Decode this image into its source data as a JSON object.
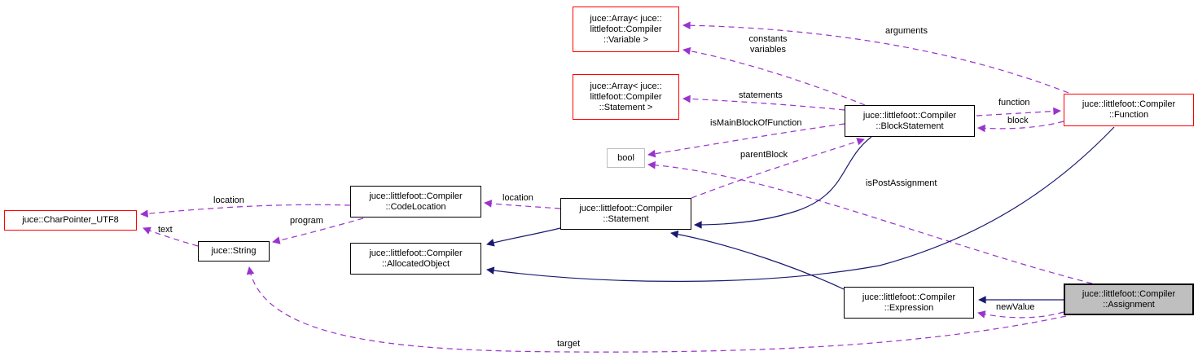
{
  "colors": {
    "usage_edge": "#9a32cd",
    "inheritance_edge": "#191970",
    "external_node_border": "#ff0000",
    "node_border": "#000000",
    "builtin_node_border": "#bebebe",
    "focus_node_fill": "#bfbfbf",
    "background": "#ffffff"
  },
  "nodes": {
    "array_variable": {
      "label": "juce::Array< juce::\nlittlefoot::Compiler\n::Variable >"
    },
    "array_statement": {
      "label": "juce::Array< juce::\nlittlefoot::Compiler\n::Statement >"
    },
    "block_statement": {
      "label": "juce::littlefoot::Compiler\n::BlockStatement"
    },
    "function": {
      "label": "juce::littlefoot::Compiler\n::Function"
    },
    "bool_type": {
      "label": "bool"
    },
    "char_pointer_utf8": {
      "label": "juce::CharPointer_UTF8"
    },
    "string": {
      "label": "juce::String"
    },
    "code_location": {
      "label": "juce::littlefoot::Compiler\n::CodeLocation"
    },
    "statement": {
      "label": "juce::littlefoot::Compiler\n::Statement"
    },
    "allocated_object": {
      "label": "juce::littlefoot::Compiler\n::AllocatedObject"
    },
    "expression": {
      "label": "juce::littlefoot::Compiler\n::Expression"
    },
    "assignment": {
      "label": "juce::littlefoot::Compiler\n::Assignment"
    }
  },
  "edge_labels": {
    "constants_variables": "constants\nvariables",
    "arguments": "arguments",
    "statements": "statements",
    "is_main_block_of_function": "isMainBlockOfFunction",
    "parent_block": "parentBlock",
    "is_post_assignment": "isPostAssignment",
    "function": "function",
    "block": "block",
    "location_from_statement": "location",
    "location_from_code_location": "location",
    "text": "text",
    "program": "program",
    "new_value": "newValue",
    "target": "target"
  }
}
